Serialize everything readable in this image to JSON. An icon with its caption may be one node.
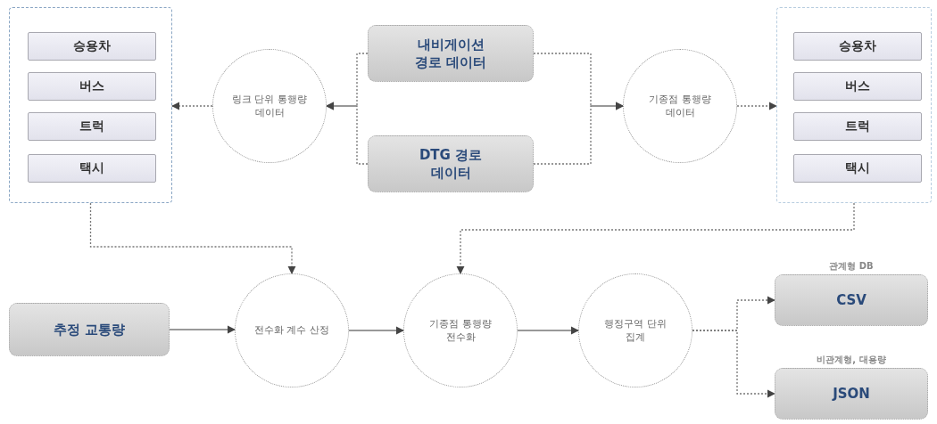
{
  "diagram": {
    "nodes": [
      {
        "text": [],
        "shape": "box"
      },
      {
        "text": [
          "승용차"
        ],
        "in": 0
      },
      {
        "text": [
          "버스"
        ],
        "in": 0
      },
      {
        "text": [
          "트럭"
        ],
        "in": 0
      },
      {
        "text": [
          "택시"
        ],
        "in": 0
      },
      {
        "text": [
          "링크 단위 통행량 데이터"
        ]
      },
      {
        "text": [
          "내비게이션 경로 데이터"
        ]
      },
      {
        "text": [
          "DTG 경로 데이터"
        ]
      },
      {
        "text": [
          "기종점 통행량 데이터"
        ]
      },
      {
        "text": [],
        "shape": "box"
      },
      {
        "text": [
          "승용차"
        ],
        "in": 9
      },
      {
        "text": [
          "버스"
        ],
        "in": 9
      },
      {
        "text": [
          "트럭"
        ],
        "in": 9
      },
      {
        "text": [
          "택시"
        ],
        "in": 9
      },
      {
        "text": [
          "추정 교통량"
        ]
      },
      {
        "text": [
          "전수화 계수 산정"
        ]
      },
      {
        "text": [
          "기종점 통행량 전수화"
        ]
      },
      {
        "text": [
          "행정구역 단위 집계"
        ]
      },
      {
        "text": [
          "CSV"
        ],
        "beside": [
          "관계형 DB"
        ]
      },
      {
        "text": [
          "JSON"
        ],
        "beside": [
          "비관계형, 대용량"
        ]
      }
    ],
    "edges": [
      {
        "from": 6,
        "to": 5,
        "arrow": "to",
        "style": "dashed"
      },
      {
        "from": 7,
        "to": 5,
        "arrow": "to",
        "style": "dashed"
      },
      {
        "from": 5,
        "to": 0,
        "arrow": "to",
        "style": "dashed"
      },
      {
        "from": 6,
        "to": 8,
        "arrow": "to",
        "style": "dashed"
      },
      {
        "from": 7,
        "to": 8,
        "arrow": "to",
        "style": "dashed"
      },
      {
        "from": 8,
        "to": 9,
        "arrow": "to",
        "style": "dashed"
      },
      {
        "from": 0,
        "to": 15,
        "arrow": "to",
        "style": "dashed"
      },
      {
        "from": 9,
        "to": 16,
        "arrow": "to",
        "style": "dashed"
      },
      {
        "from": 14,
        "to": 15,
        "arrow": "to"
      },
      {
        "from": 15,
        "to": 16,
        "arrow": "to"
      },
      {
        "from": 16,
        "to": 17,
        "arrow": "to"
      },
      {
        "from": 17,
        "to": 18,
        "arrow": "to",
        "style": "dashed"
      },
      {
        "from": 17,
        "to": 19,
        "arrow": "to",
        "style": "dashed"
      }
    ]
  }
}
